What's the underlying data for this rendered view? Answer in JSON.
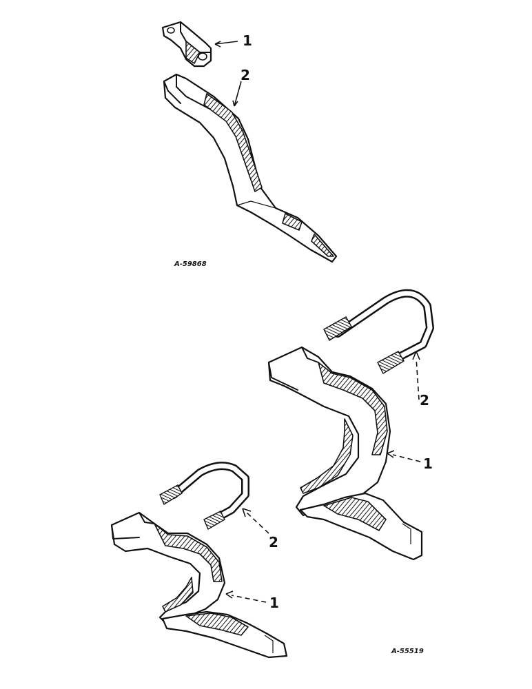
{
  "figures": [
    {
      "code": "A-59868",
      "callouts": [
        "1",
        "2"
      ]
    },
    {
      "code": "A-55519",
      "callouts": [
        "1",
        "2",
        "1",
        "2"
      ]
    }
  ],
  "colors": {
    "ink": "#111111",
    "paper": "#ffffff"
  }
}
